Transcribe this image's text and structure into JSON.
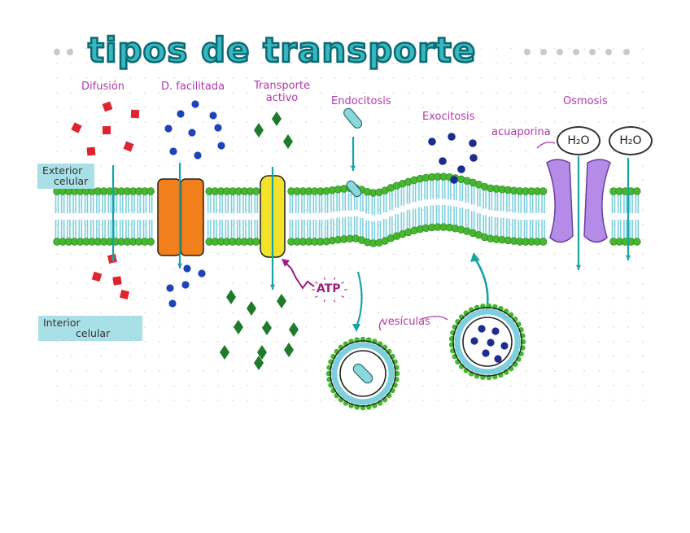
{
  "title": "tipos de transporte",
  "labels": {
    "difusion": "Difusión",
    "facilitada": "D. facilitada",
    "transporte_activo_1": "Transporte",
    "transporte_activo_2": "activo",
    "endocitosis": "Endocitosis",
    "exocitosis": "Exocitosis",
    "osmosis": "Osmosis",
    "acuaporina": "acuaporina",
    "vesiculas": "vesículas",
    "atp": "ATP",
    "h2o_1": "H₂O",
    "h2o_2": "H₂O"
  },
  "sides": {
    "exterior_1": "Exterior",
    "exterior_2": "celular",
    "interior_1": "Interior",
    "interior_2": "celular"
  },
  "colors": {
    "title": "#37b7c1",
    "label": "#b03aa8",
    "membrane_head": "#45b82e",
    "membrane_tail": "#7ccfdc",
    "arrow": "#1aa3a3",
    "diffusion_molecule": "#e0242f",
    "facilitated_molecule": "#1e43b8",
    "active_molecule": "#1f7a2a",
    "facilitated_channel": "#f07f1c",
    "active_pump": "#f3e22a",
    "aquaporin": "#b58be8",
    "endo_cargo": "#8bd8dc",
    "exo_cargo": "#1d2c8f"
  }
}
